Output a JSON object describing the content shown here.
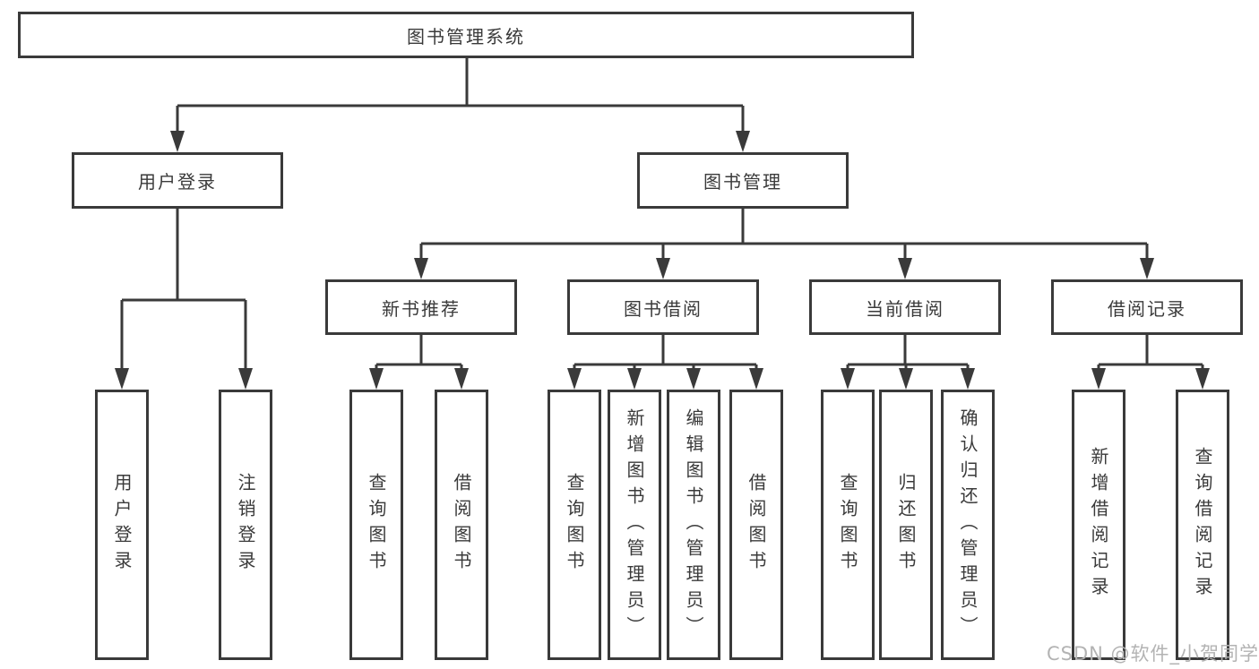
{
  "tree": {
    "label": "图书管理系统",
    "children": [
      {
        "label": "用户登录",
        "children": [
          {
            "label": "用户登录"
          },
          {
            "label": "注销登录"
          }
        ]
      },
      {
        "label": "图书管理",
        "children": [
          {
            "label": "新书推荐",
            "children": [
              {
                "label": "查询图书"
              },
              {
                "label": "借阅图书"
              }
            ]
          },
          {
            "label": "图书借阅",
            "children": [
              {
                "label": "查询图书"
              },
              {
                "label": "新增图书（管理员）"
              },
              {
                "label": "编辑图书（管理员）"
              },
              {
                "label": "借阅图书"
              }
            ]
          },
          {
            "label": "当前借阅",
            "children": [
              {
                "label": "查询图书"
              },
              {
                "label": "归还图书"
              },
              {
                "label": "确认归还（管理员）"
              }
            ]
          },
          {
            "label": "借阅记录",
            "children": [
              {
                "label": "新增借阅记录"
              },
              {
                "label": "查询借阅记录"
              }
            ]
          }
        ]
      }
    ]
  },
  "watermark": {
    "text": "CSDN @软件_小贺同学"
  },
  "colors": {
    "line": "#3a3a3a",
    "text": "#3a3a3a",
    "watermark": "#b3b3b3"
  }
}
